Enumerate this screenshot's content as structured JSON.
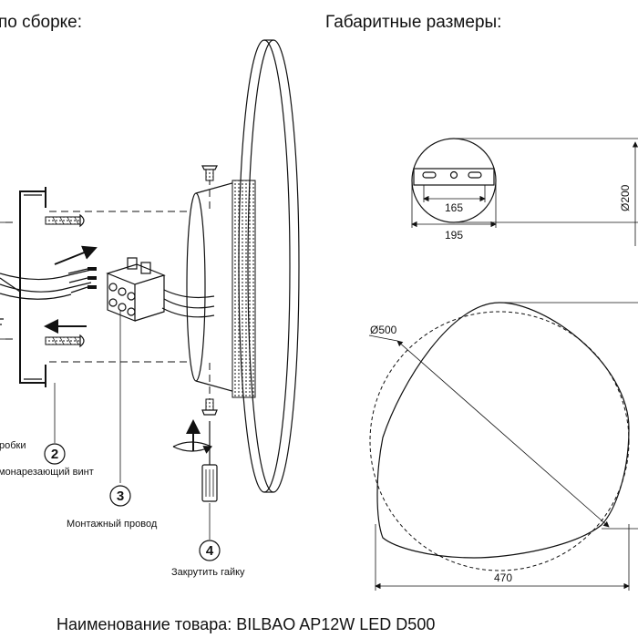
{
  "headers": {
    "assembly": "по сборке:",
    "dimensions": "Габаритные размеры:"
  },
  "callouts": [
    {
      "num": "2",
      "label": "монарезающий винт"
    },
    {
      "num": "3",
      "label": "Монтажный провод"
    },
    {
      "num": "4",
      "label": "Закрутить гайку"
    }
  ],
  "partial_label": "робки",
  "dims": {
    "bracket_inner": "165",
    "bracket_outer": "195",
    "bracket_diameter": "Ø200",
    "lamp_diameter": "Ø500",
    "lamp_width": "470"
  },
  "footer": "Наименование товара: BILBAO AP12W LED D500"
}
